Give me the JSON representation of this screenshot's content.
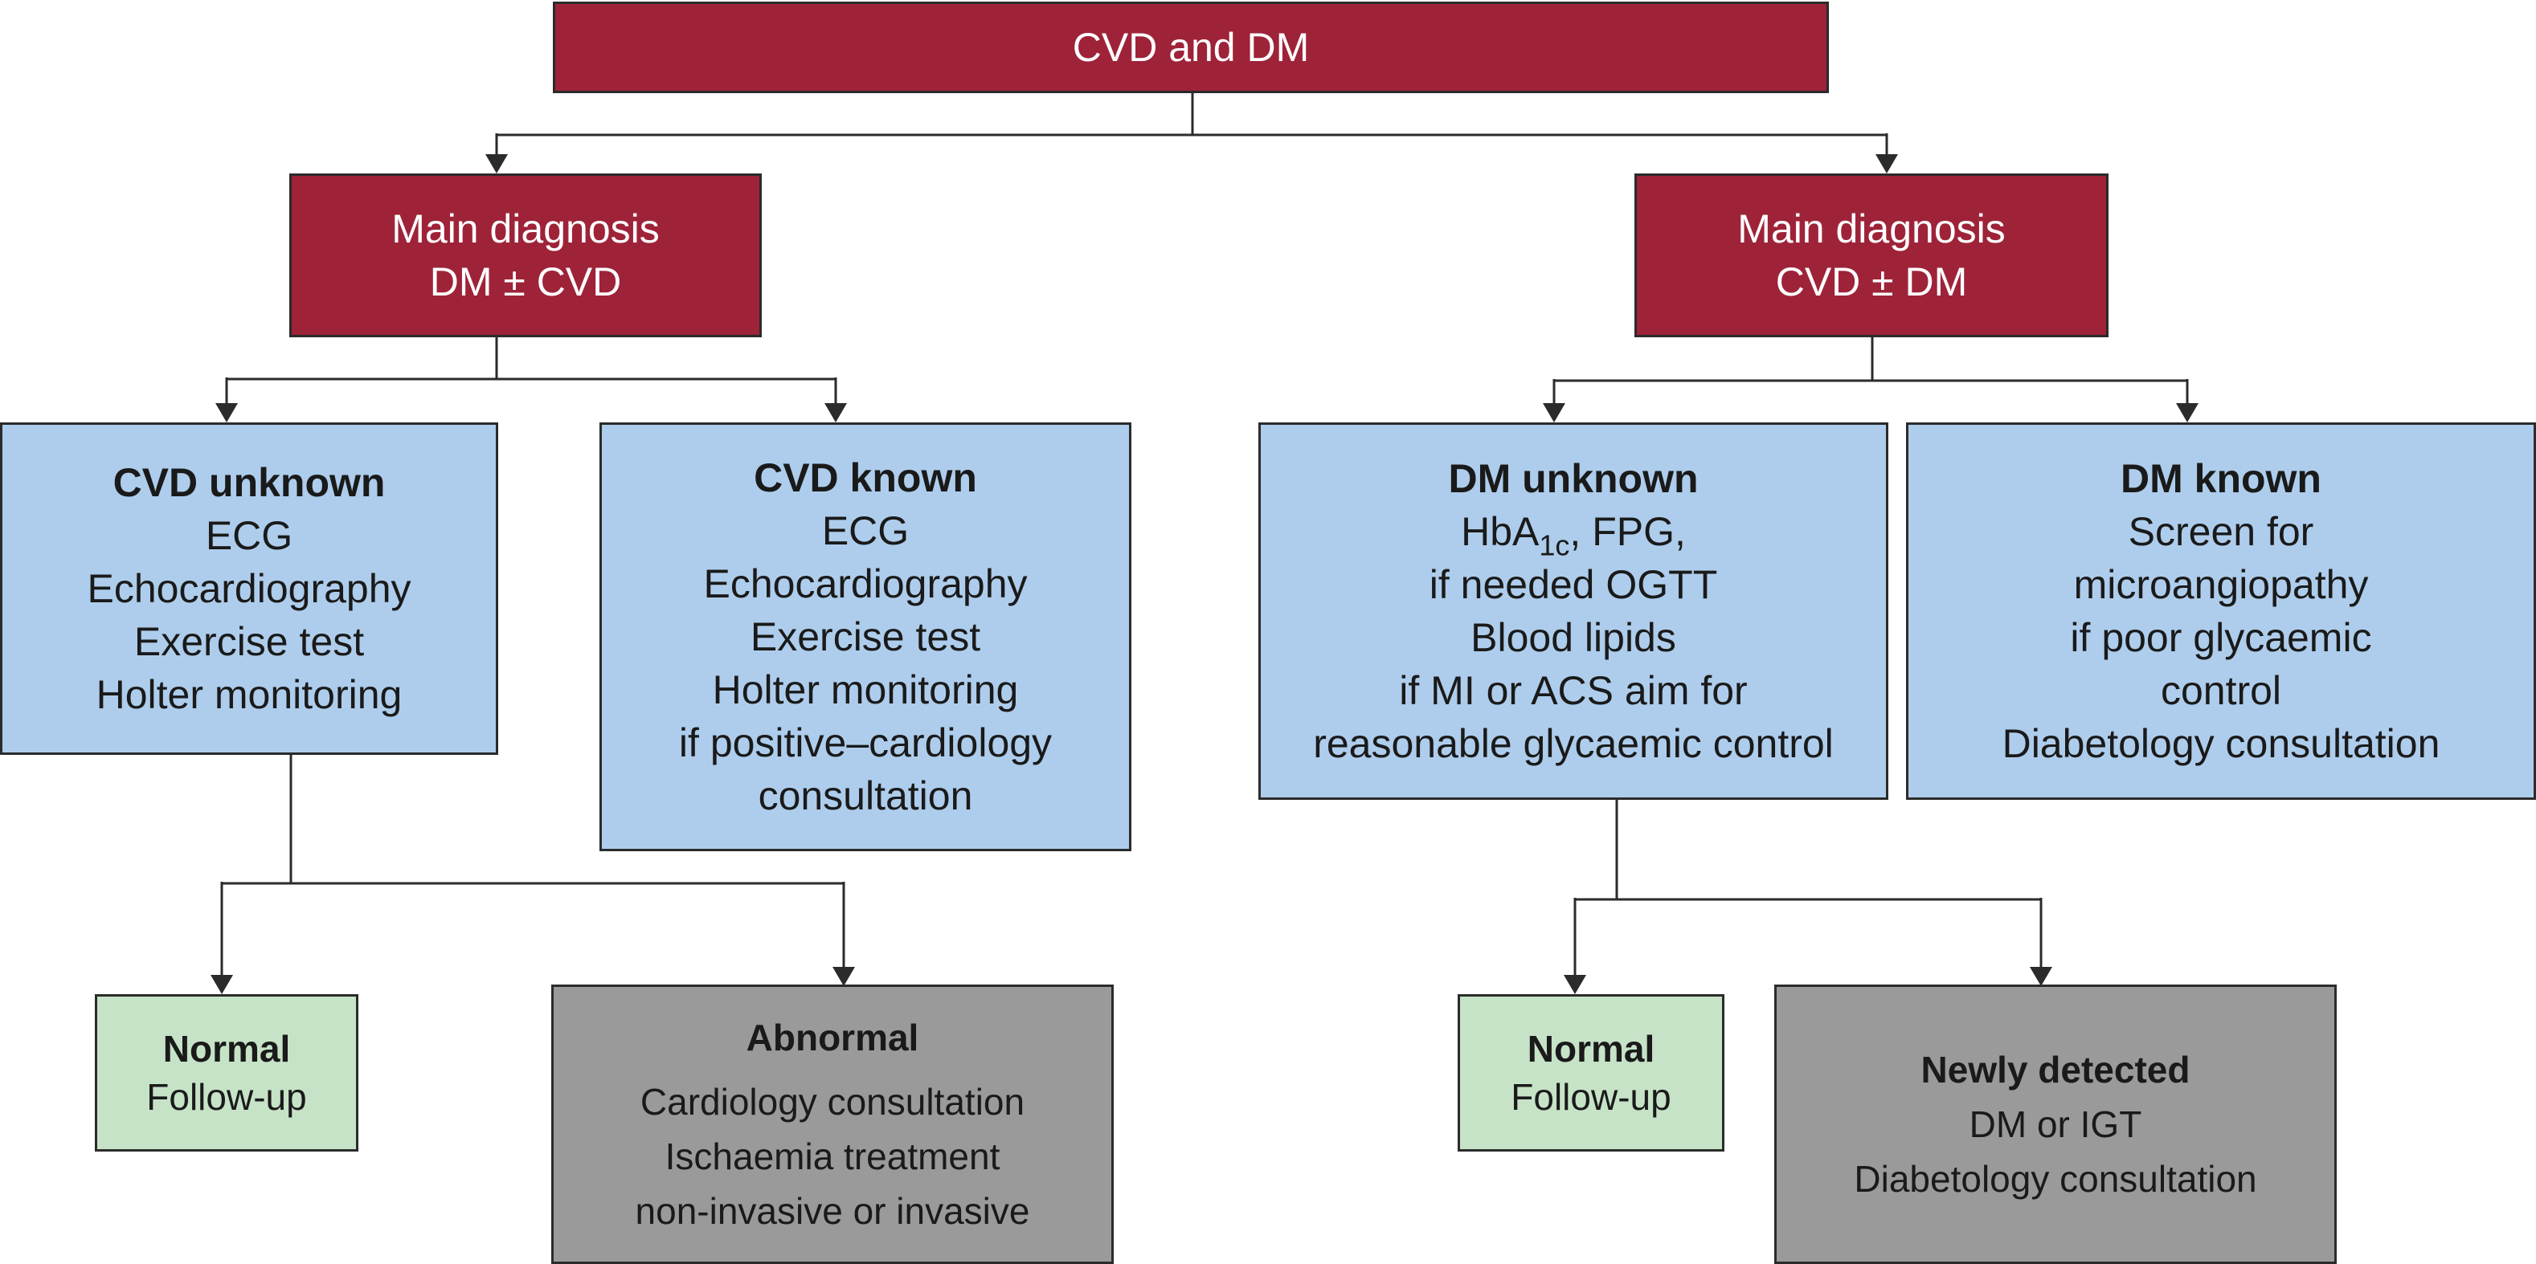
{
  "top": {
    "title": "CVD and DM"
  },
  "main_dm": {
    "line1": "Main diagnosis",
    "line2": "DM ± CVD"
  },
  "main_cvd": {
    "line1": "Main diagnosis",
    "line2": "CVD ± DM"
  },
  "cvd_unknown": {
    "heading": "CVD unknown",
    "items": [
      "ECG",
      "Echocardiography",
      "Exercise test",
      "Holter monitoring"
    ]
  },
  "cvd_known": {
    "heading": "CVD known",
    "items": [
      "ECG",
      "Echocardiography",
      "Exercise test",
      "Holter monitoring",
      "if positive–cardiology",
      "consultation"
    ]
  },
  "dm_unknown": {
    "heading": "DM unknown",
    "hba_prefix": "HbA",
    "hba_sub": "1c",
    "hba_suffix": ", FPG,",
    "items": [
      "if needed OGTT",
      "Blood lipids",
      "if MI or ACS aim for",
      "reasonable glycaemic control"
    ]
  },
  "dm_known": {
    "heading": "DM known",
    "items": [
      "Screen for",
      "microangiopathy",
      "if poor glycaemic",
      "control",
      "Diabetology consultation"
    ]
  },
  "normal_left": {
    "heading": "Normal",
    "text": "Follow-up"
  },
  "abnormal": {
    "heading": "Abnormal",
    "items": [
      "Cardiology consultation",
      "Ischaemia treatment",
      "non-invasive or invasive"
    ]
  },
  "normal_right": {
    "heading": "Normal",
    "text": "Follow-up"
  },
  "newly_detected": {
    "heading": "Newly detected",
    "items": [
      "DM or IGT",
      "Diabetology consultation"
    ]
  },
  "colors": {
    "header_red": "#9e2339",
    "box_blue": "#aecdec",
    "box_green": "#c6e3c7",
    "box_gray": "#9a9a9a"
  }
}
